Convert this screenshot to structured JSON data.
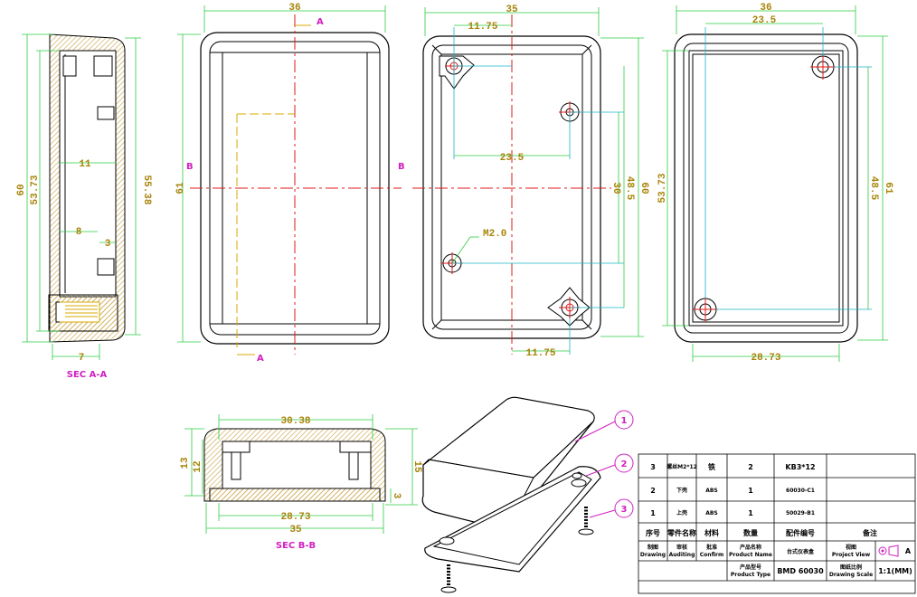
{
  "views": {
    "sec_a": {
      "caption": "SEC A-A",
      "dims": {
        "overall_height": "60",
        "inner_height": "53.73",
        "right_height": "55.38",
        "d11": "11",
        "d8": "8",
        "d3": "3",
        "d7": "7"
      }
    },
    "top": {
      "dims": {
        "width": "36",
        "height": "61"
      },
      "markers": {
        "a_top": "A",
        "a_bottom": "A",
        "b_left": "B",
        "b_right": "B"
      }
    },
    "inside": {
      "dims": {
        "width": "35",
        "hole_x_top": "11.75",
        "hole_x_mid": "23.5",
        "hole_x_bottom": "11.75",
        "hole_span_v": "30",
        "hole_span_v2": "48.5",
        "height": "60",
        "screw": "M2.0"
      }
    },
    "bottom": {
      "dims": {
        "width": "36",
        "hole_x": "23.5",
        "inner_height": "53.73",
        "hole_span_v": "48.5",
        "height": "61",
        "inner_width": "28.73"
      }
    },
    "sec_b": {
      "caption": "SEC B-B",
      "dims": {
        "top_width": "30.38",
        "h13": "13",
        "h12": "12",
        "h15": "15",
        "d3": "3",
        "inner_width": "28.73",
        "width": "35"
      }
    },
    "callouts": [
      "1",
      "2",
      "3"
    ]
  },
  "title_block": {
    "rows": [
      {
        "no": "3",
        "name": "螺丝M2*12",
        "material": "铁",
        "qty": "2",
        "part_no": "KB3*12",
        "note": ""
      },
      {
        "no": "2",
        "name": "下壳",
        "material": "ABS",
        "qty": "1",
        "part_no": "60030-C1",
        "note": ""
      },
      {
        "no": "1",
        "name": "上壳",
        "material": "ABS",
        "qty": "1",
        "part_no": "50029-B1",
        "note": ""
      }
    ],
    "header": {
      "no": "序号",
      "name": "零件名称",
      "material": "材料",
      "qty": "数量",
      "part_no": "配件编号",
      "note": "备注"
    },
    "footer": {
      "drawing": "制图",
      "drawing_en": "Drawing",
      "auditing": "审核",
      "auditing_en": "Auditing",
      "confirm": "批准",
      "confirm_en": "Confirm",
      "product_name_label": "产品名称",
      "product_name_label_en": "Product Name",
      "product_name": "台式仪表盒",
      "project_view": "视图",
      "project_view_en": "Project View",
      "view_symbol": "A",
      "product_type_label": "产品型号",
      "product_type_label_en": "Product Type",
      "product_type": "BMD 60030",
      "drawing_scale": "图纸比例",
      "drawing_scale_en": "Drawing Scale",
      "scale": "1:1(MM)"
    }
  },
  "colors": {
    "outline": "#000000",
    "dim": "#a8840a",
    "dim_line": "#2ecc40",
    "center": "#e01818",
    "hidden": "#d8a800",
    "hatch": "#c8a040",
    "marker": "#d020c0",
    "cyan": "#19b8c8"
  }
}
